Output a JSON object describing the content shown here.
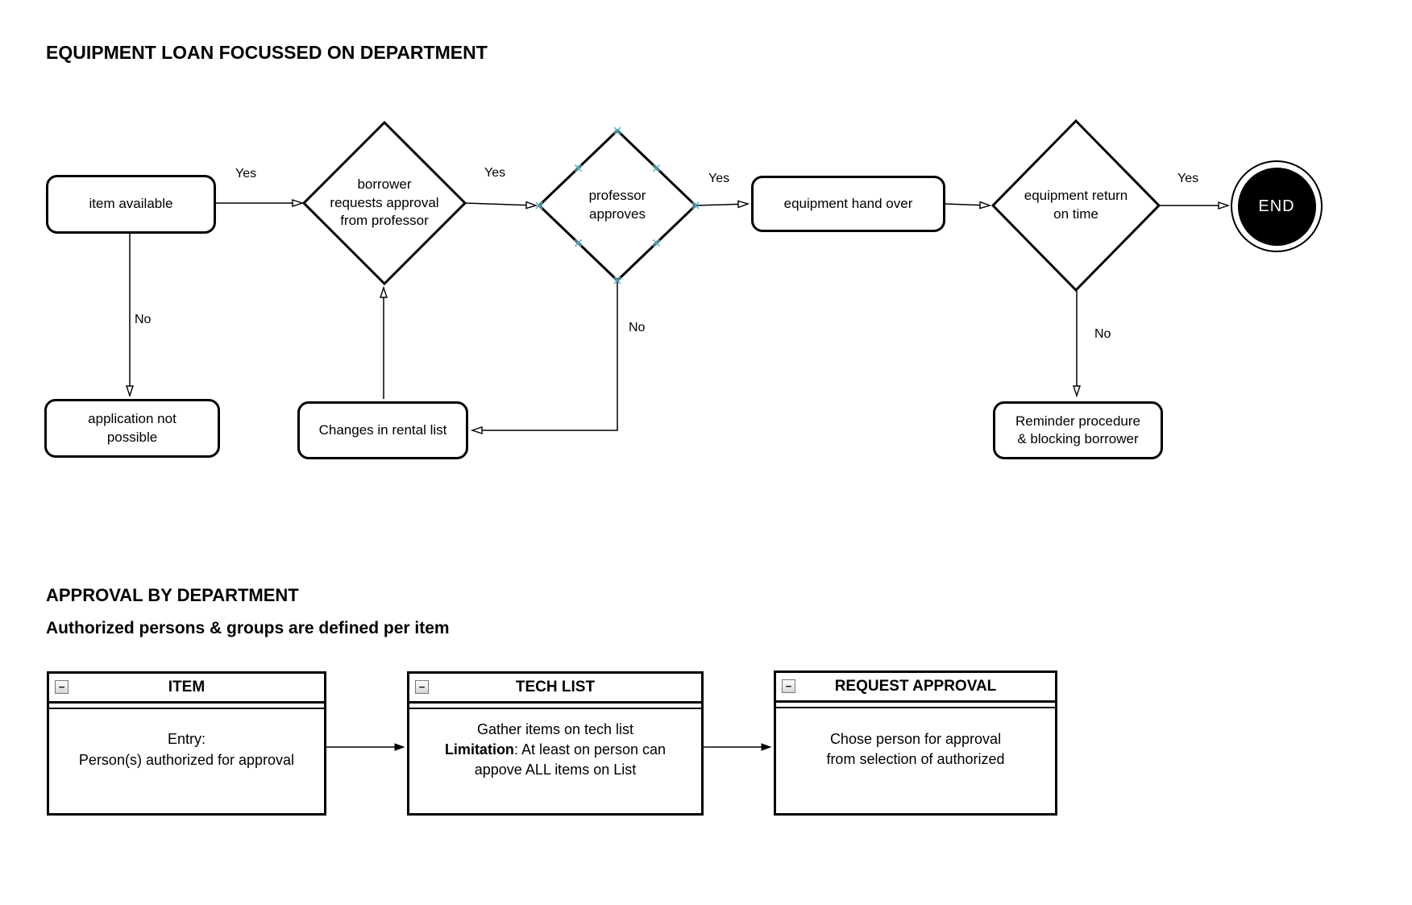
{
  "title": "EQUIPMENT LOAN FOCUSSED ON DEPARTMENT",
  "colors": {
    "line": "#000000",
    "shape_fill": "#ffffff",
    "end_fill": "#000000",
    "end_text": "#ffffff",
    "connection_point": "#55b7cc"
  },
  "flowchart": {
    "nodes": {
      "item_available": {
        "label": "item available"
      },
      "borrower_requests_approval": {
        "lines": [
          "borrower",
          "requests approval",
          "from professor"
        ]
      },
      "professor_approves": {
        "lines": [
          "professor",
          "approves"
        ]
      },
      "equipment_hand_over": {
        "label": "equipment hand over"
      },
      "equipment_return_on_time": {
        "lines": [
          "equipment return",
          "on time"
        ]
      },
      "end": {
        "label": "END"
      },
      "application_not_possible": {
        "lines": [
          "application not",
          "possible"
        ]
      },
      "changes_in_rental_list": {
        "label": "Changes in rental list"
      },
      "reminder_blocking": {
        "lines": [
          "Reminder procedure",
          "& blocking borrower"
        ]
      }
    },
    "edge_labels": {
      "yes_item_to_borrower": "Yes",
      "yes_borrower_to_professor": "Yes",
      "yes_professor_to_handover": "Yes",
      "yes_return_to_end": "Yes",
      "no_item": "No",
      "no_professor": "No",
      "no_return": "No"
    }
  },
  "approval_section": {
    "heading": "APPROVAL BY DEPARTMENT",
    "subheading": "Authorized persons & groups are defined per item",
    "collapse_glyph": "−",
    "boxes": [
      {
        "title": "ITEM",
        "body_lines": [
          "Entry:",
          "Person(s) authorized for approval"
        ]
      },
      {
        "title": "TECH LIST",
        "body_line1": "Gather items on tech list",
        "body_line2_bold": "Limitation",
        "body_line2_rest": ": At least on person can",
        "body_line3": "appove ALL items on List"
      },
      {
        "title": "REQUEST APPROVAL",
        "body_lines": [
          "Chose person for approval",
          "from selection of authorized"
        ]
      }
    ]
  }
}
